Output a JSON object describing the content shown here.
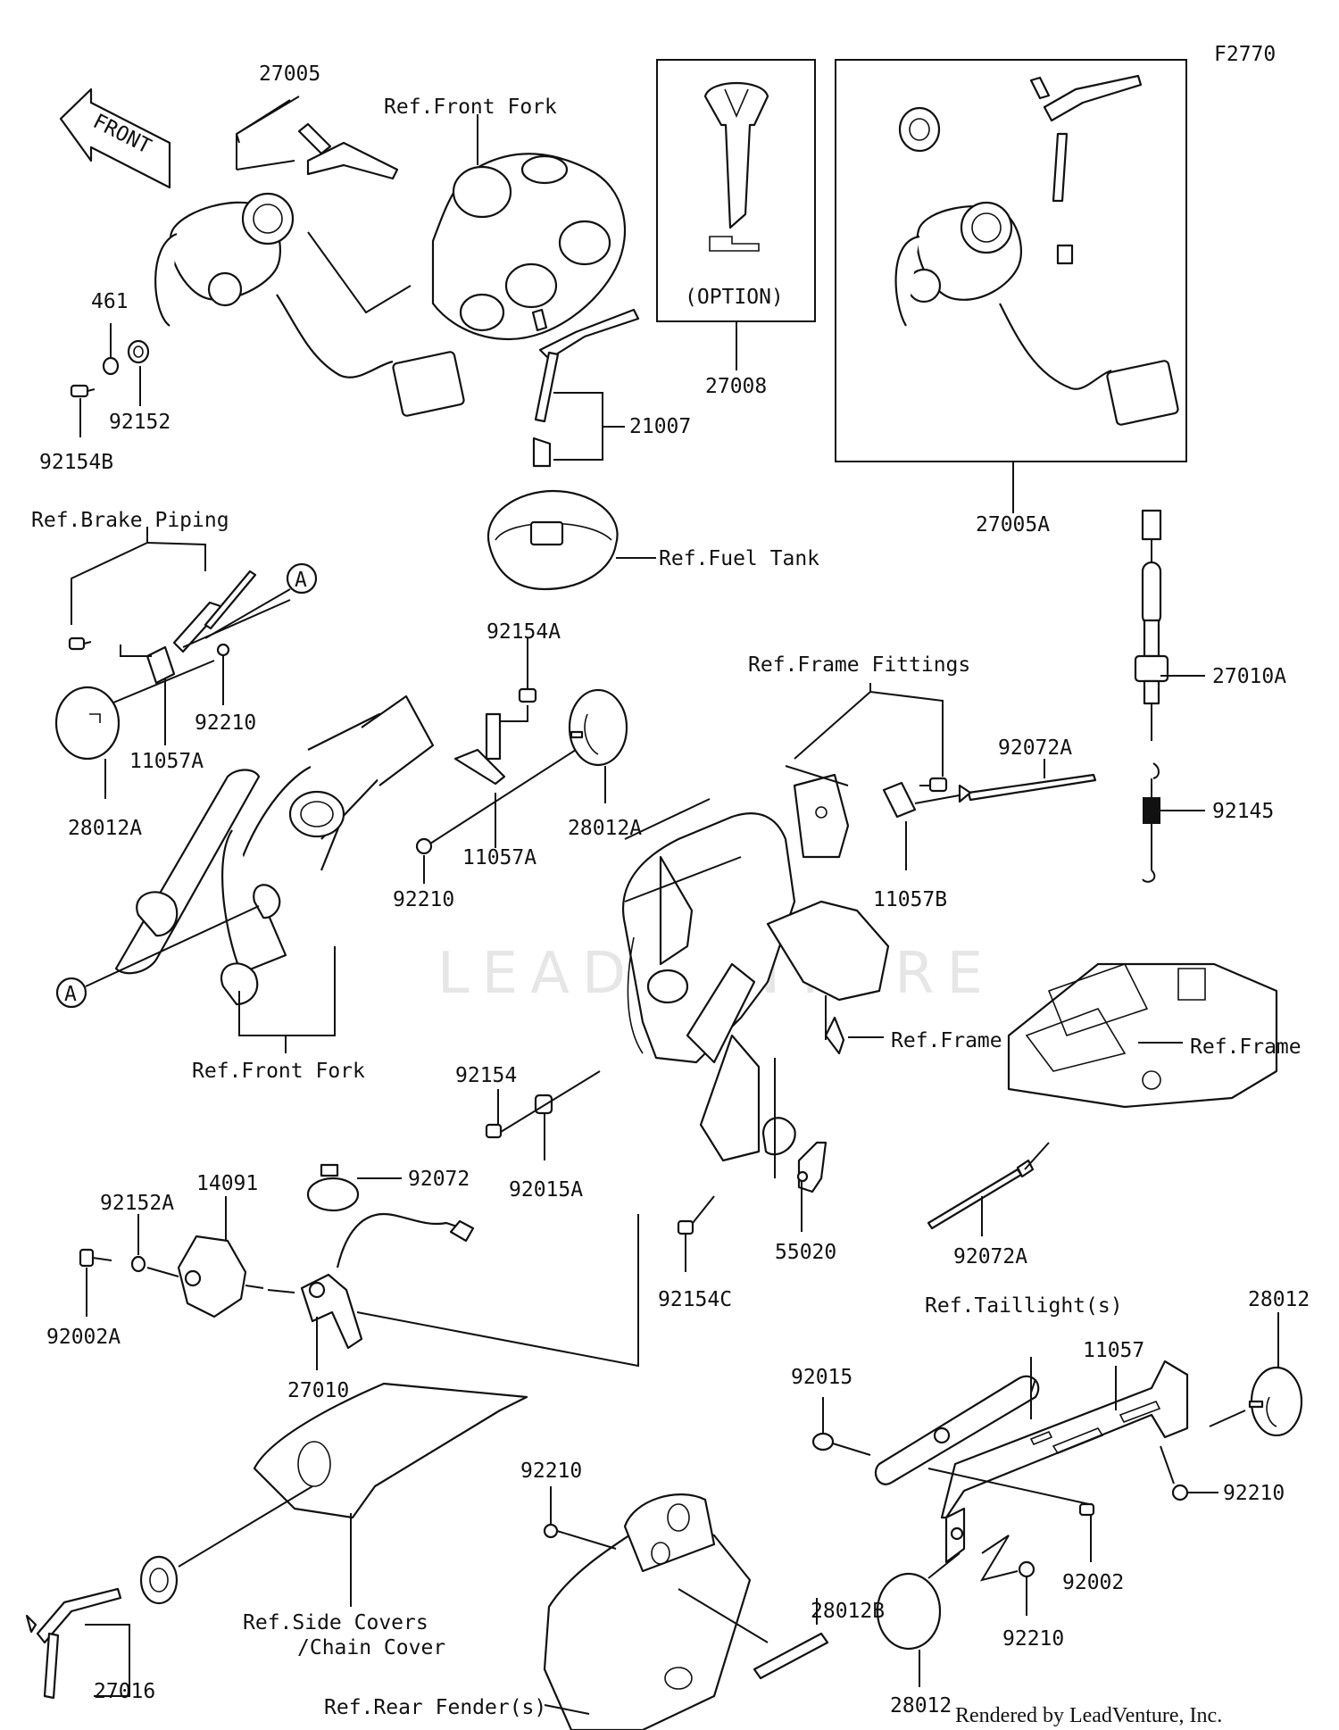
{
  "diagram_id": "F2770",
  "front_label": "FRONT",
  "watermark": "LEADVENTURE",
  "credit": "Rendered by LeadVenture, Inc.",
  "option_label": "(OPTION)",
  "parts": {
    "p27005": "27005",
    "p27005A": "27005A",
    "p27008": "27008",
    "p21007": "21007",
    "p461": "461",
    "p92152": "92152",
    "p92154B": "92154B",
    "p92154A": "92154A",
    "p92210_a": "92210",
    "p92210_b": "92210",
    "p92210_c": "92210",
    "p92210_d": "92210",
    "p92210_e": "92210",
    "p11057A_a": "11057A",
    "p11057A_b": "11057A",
    "p28012A_a": "28012A",
    "p28012A_b": "28012A",
    "p27010A": "27010A",
    "p92145": "92145",
    "p92072A_a": "92072A",
    "p92072A_b": "92072A",
    "p11057B": "11057B",
    "p92154": "92154",
    "p92015A": "92015A",
    "p92154C": "92154C",
    "p55020": "55020",
    "p14091": "14091",
    "p92152A": "92152A",
    "p92002A": "92002A",
    "p92072": "92072",
    "p27010": "27010",
    "p28012_a": "28012",
    "p28012_b": "28012",
    "p11057": "11057",
    "p92015": "92015",
    "p92002": "92002",
    "p28012B": "28012B",
    "p27016": "27016",
    "callout_A1": "A",
    "callout_A2": "A"
  },
  "refs": {
    "front_fork_top": "Ref.Front Fork",
    "front_fork_bottom": "Ref.Front Fork",
    "brake_piping": "Ref.Brake Piping",
    "fuel_tank": "Ref.Fuel Tank",
    "frame_fittings": "Ref.Frame Fittings",
    "frame_1": "Ref.Frame",
    "frame_2": "Ref.Frame",
    "taillights": "Ref.Taillight(s)",
    "side_covers_1": "Ref.Side Covers",
    "side_covers_2": "/Chain Cover",
    "rear_fender": "Ref.Rear Fender(s)"
  }
}
